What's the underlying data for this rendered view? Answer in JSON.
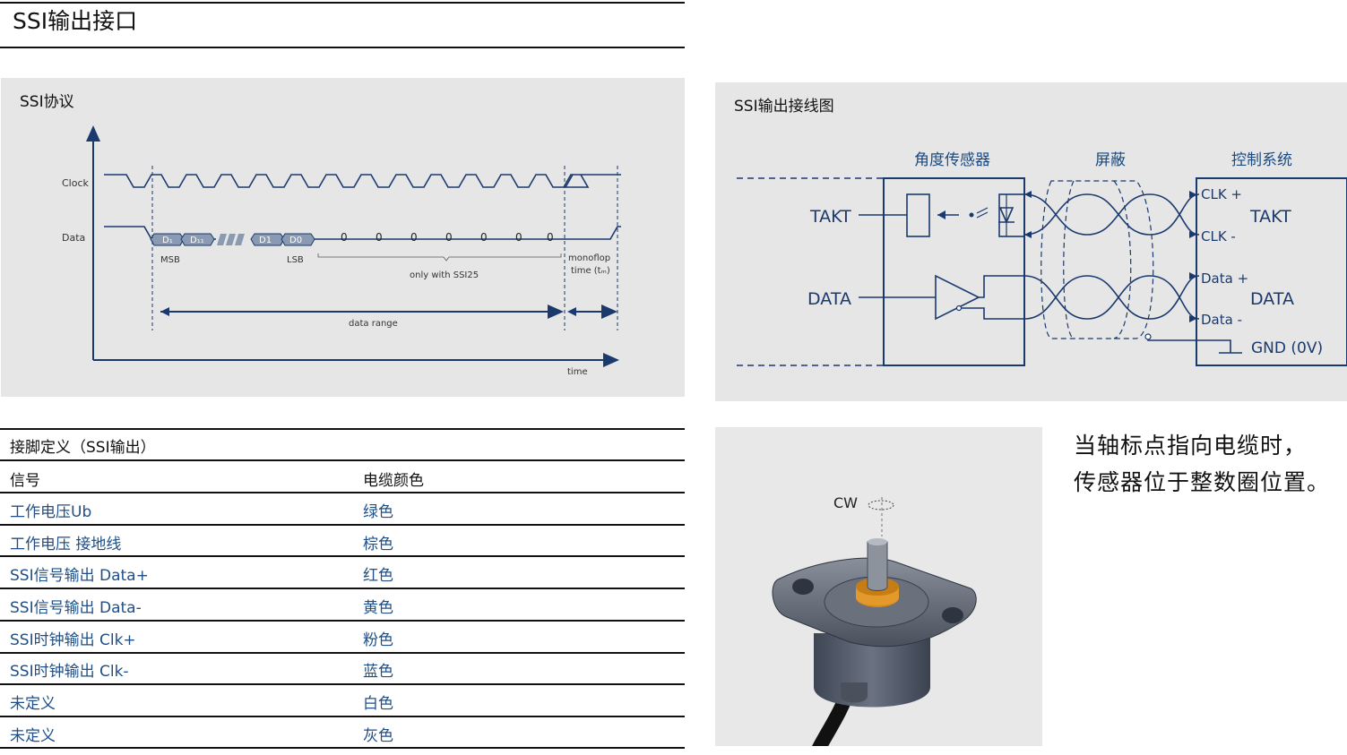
{
  "page": {
    "title": "SSI输出接口"
  },
  "ssi_protocol": {
    "title": "SSI协议",
    "clock_label": "Clock",
    "data_label": "Data",
    "bits": [
      "D₁",
      "D₁₁",
      "D1",
      "D0"
    ],
    "zeros": [
      "0",
      "0",
      "0",
      "0",
      "0",
      "0",
      "0"
    ],
    "msb_label": "MSB",
    "lsb_label": "LSB",
    "only_with_label": "only with SSI25",
    "monoflop_label_1": "monoflop",
    "monoflop_label_2": "time (tₘ)",
    "data_range_label": "data range",
    "time_label": "time"
  },
  "wiring": {
    "title": "SSI输出接线图",
    "sensor_label": "角度传感器",
    "shield_label": "屏蔽",
    "control_label": "控制系统",
    "takt_left": "TAKT",
    "data_left": "DATA",
    "clk_plus": "CLK +",
    "clk_minus": "CLK -",
    "takt_right": "TAKT",
    "data_plus": "Data +",
    "data_minus": "Data -",
    "data_right": "DATA",
    "gnd": "GND (0V)"
  },
  "pin_table": {
    "title": "接脚定义（SSI输出）",
    "headers": [
      "信号",
      "电缆颜色"
    ],
    "rows": [
      {
        "signal": "工作电压Ub",
        "color": "绿色"
      },
      {
        "signal": "工作电压 接地线",
        "color": "棕色"
      },
      {
        "signal": "SSI信号输出 Data+",
        "color": "红色"
      },
      {
        "signal": "SSI信号输出 Data-",
        "color": "黄色"
      },
      {
        "signal": "SSI时钟输出 Clk+",
        "color": "粉色"
      },
      {
        "signal": "SSI时钟输出 Clk-",
        "color": "蓝色"
      },
      {
        "signal": "未定义",
        "color": "白色"
      },
      {
        "signal": "未定义",
        "color": "灰色"
      }
    ]
  },
  "sensor_photo": {
    "rotation_label": "CW"
  },
  "note": {
    "line1": "当轴标点指向电缆时，",
    "line2": "传感器位于整数圈位置。"
  }
}
